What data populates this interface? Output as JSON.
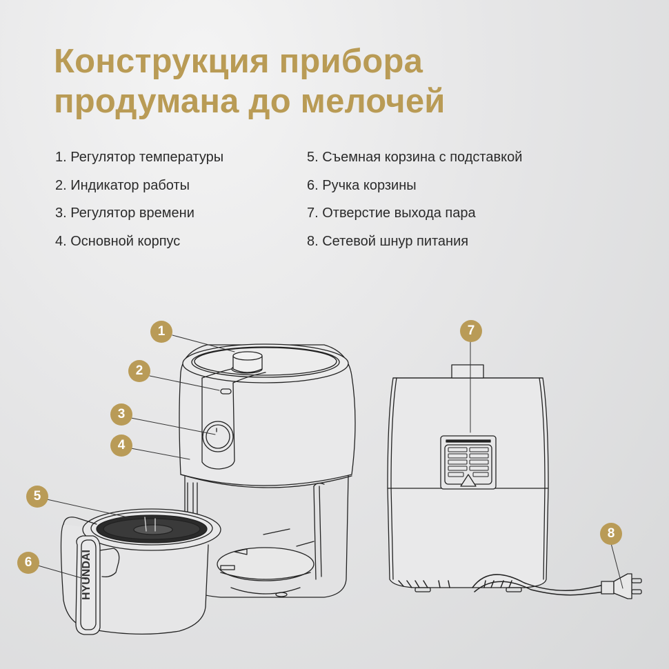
{
  "title": {
    "line1": "Конструкция прибора",
    "line2": "продумана до мелочей"
  },
  "parts_left": [
    {
      "num": "1",
      "label": "1. Регулятор температуры"
    },
    {
      "num": "2",
      "label": "2. Индикатор работы"
    },
    {
      "num": "3",
      "label": "3. Регулятор времени"
    },
    {
      "num": "4",
      "label": "4. Основной корпус"
    }
  ],
  "parts_right": [
    {
      "num": "5",
      "label": "5. Съемная корзина с подставкой"
    },
    {
      "num": "6",
      "label": "6. Ручка корзины"
    },
    {
      "num": "7",
      "label": "7. Отверстие выхода пара"
    },
    {
      "num": "8",
      "label": "8. Сетевой шнур питания"
    }
  ],
  "callouts": [
    "1",
    "2",
    "3",
    "4",
    "5",
    "6",
    "7",
    "8"
  ],
  "brand_on_handle": "HYUNDAI",
  "colors": {
    "accent_gold": "#b99b55",
    "text": "#2a2a2a",
    "line": "#222222",
    "background": "#e4e4e5"
  }
}
